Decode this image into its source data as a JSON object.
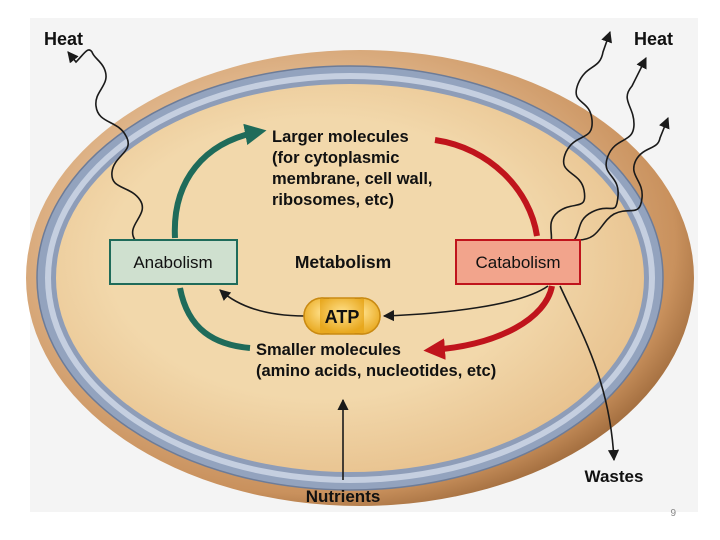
{
  "title": "Metabolism",
  "heat_left": "Heat",
  "heat_right": "Heat",
  "larger_molecules": [
    "Larger molecules",
    "(for cytoplasmic",
    "membrane, cell wall,",
    "ribosomes, etc)"
  ],
  "anabolism": "Anabolism",
  "catabolism": "Catabolism",
  "atp": "ATP",
  "smaller_molecules": [
    "Smaller molecules",
    "(amino acids, nucleotides, etc)"
  ],
  "nutrients": "Nutrients",
  "wastes": "Wastes",
  "page_number": "9",
  "colors": {
    "anabolism_arrow": "#1f6b5a",
    "catabolism_arrow": "#c0141c",
    "anabolism_box": "#cfe0cf",
    "catabolism_box": "#f2a48c",
    "cell_interior": "#f0d5a6",
    "cell_wall": "#8e9db8",
    "atp_fill": "#f4bd3a"
  }
}
